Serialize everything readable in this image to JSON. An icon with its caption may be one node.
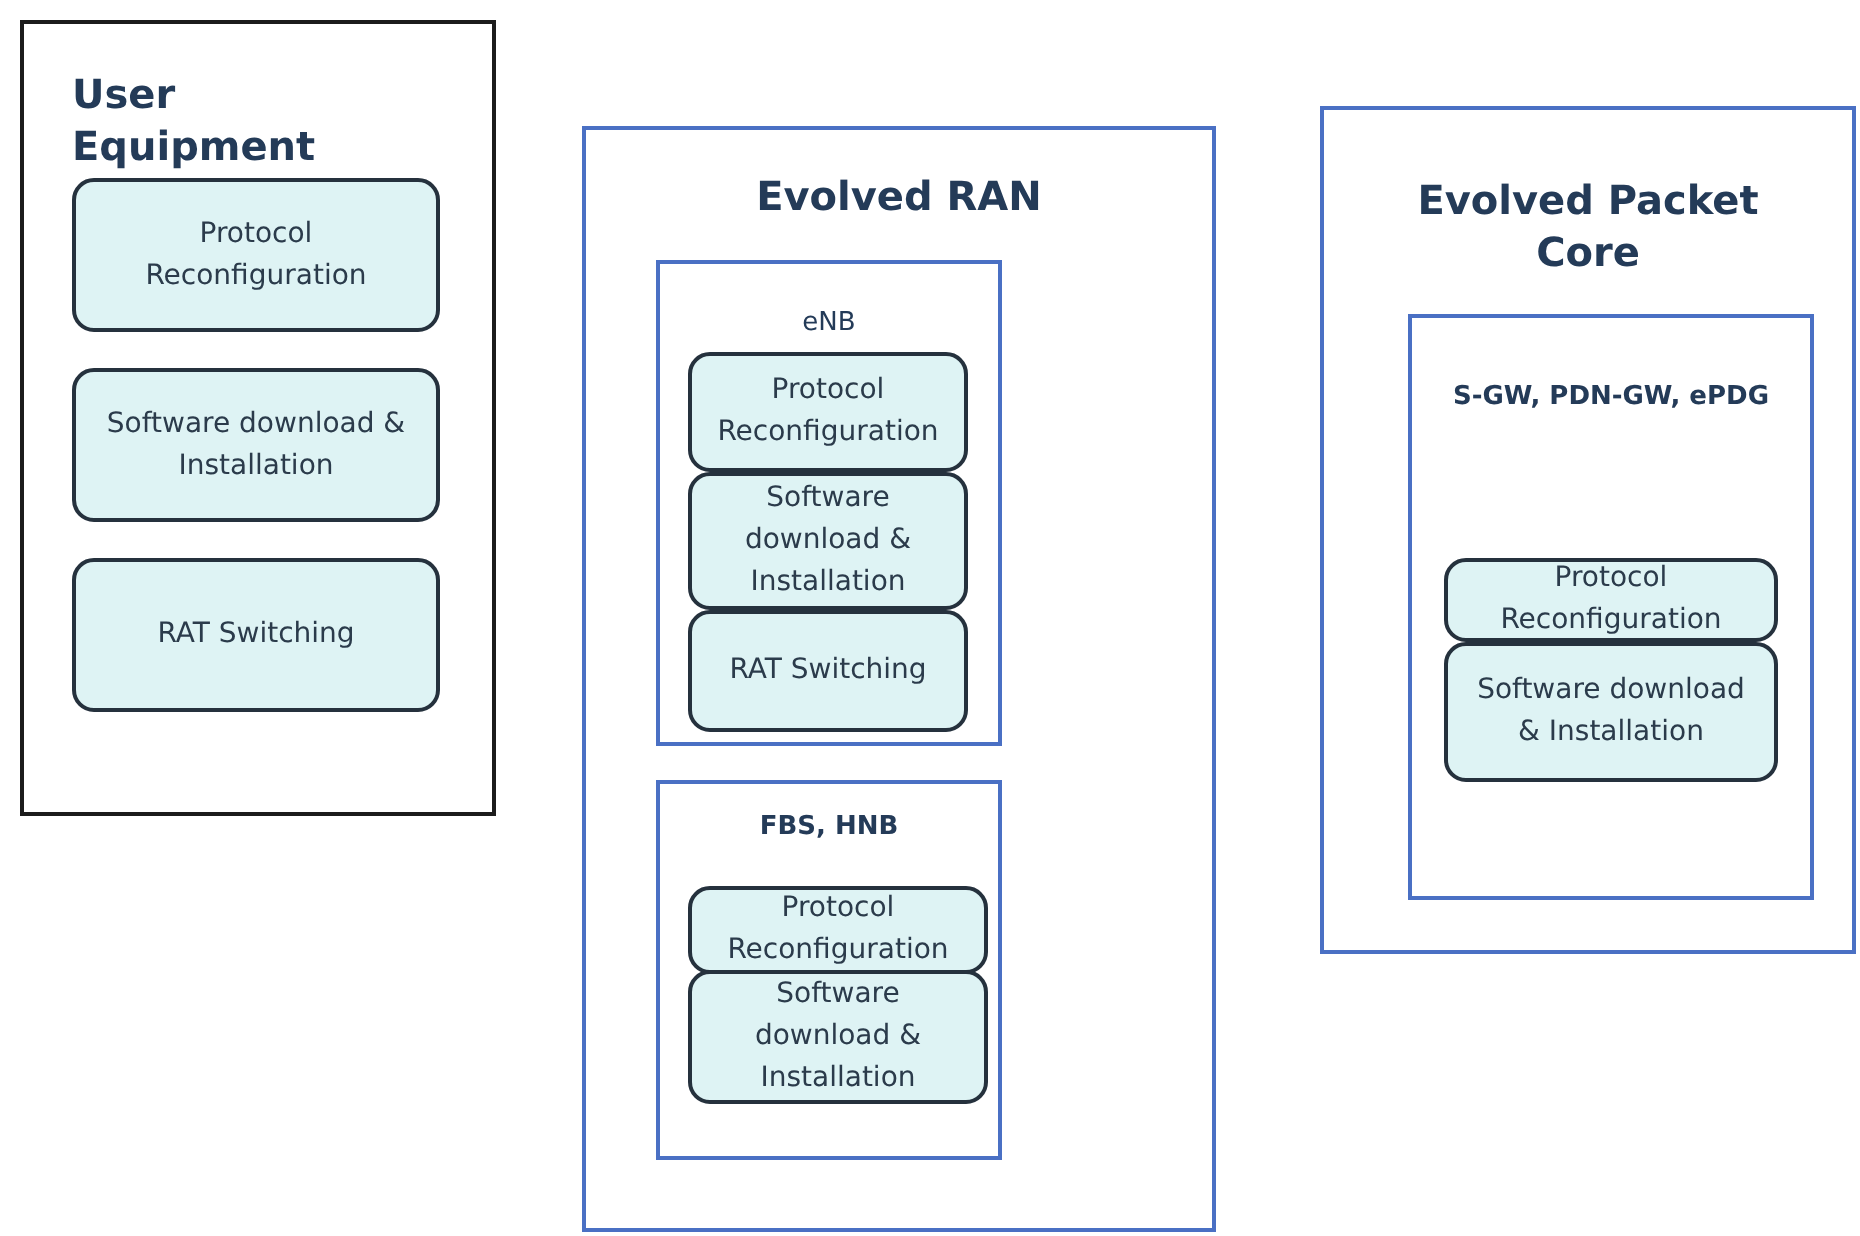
{
  "diagram": {
    "nodes": [
      {
        "text": [
          "User Equipment"
        ]
      },
      {
        "text": [
          "Protocol Reconfiguration"
        ],
        "in": 0
      },
      {
        "text": [
          "Software download & Installation"
        ],
        "in": 0
      },
      {
        "text": [
          "RAT Switching"
        ],
        "in": 0
      },
      {
        "text": [
          "Evolved RAN"
        ]
      },
      {
        "text": [
          "eNB"
        ],
        "in": 4
      },
      {
        "text": [
          "Protocol Reconfiguration"
        ],
        "in": 5
      },
      {
        "text": [
          "Software download & Installation"
        ],
        "in": 5
      },
      {
        "text": [
          "RAT Switching"
        ],
        "in": 5
      },
      {
        "text": [
          "FBS, HNB"
        ],
        "in": 4
      },
      {
        "text": [
          "Protocol Reconfiguration"
        ],
        "in": 9
      },
      {
        "text": [
          "Software download & Installation"
        ],
        "in": 9
      },
      {
        "text": [
          "Evolved Packet Core"
        ]
      },
      {
        "text": [
          "S-GW, PDN-GW, ePDG"
        ],
        "in": 12
      },
      {
        "text": [
          "Protocol Reconfiguration"
        ],
        "in": 13
      },
      {
        "text": [
          "Software download & Installation"
        ],
        "in": 13
      }
    ]
  }
}
